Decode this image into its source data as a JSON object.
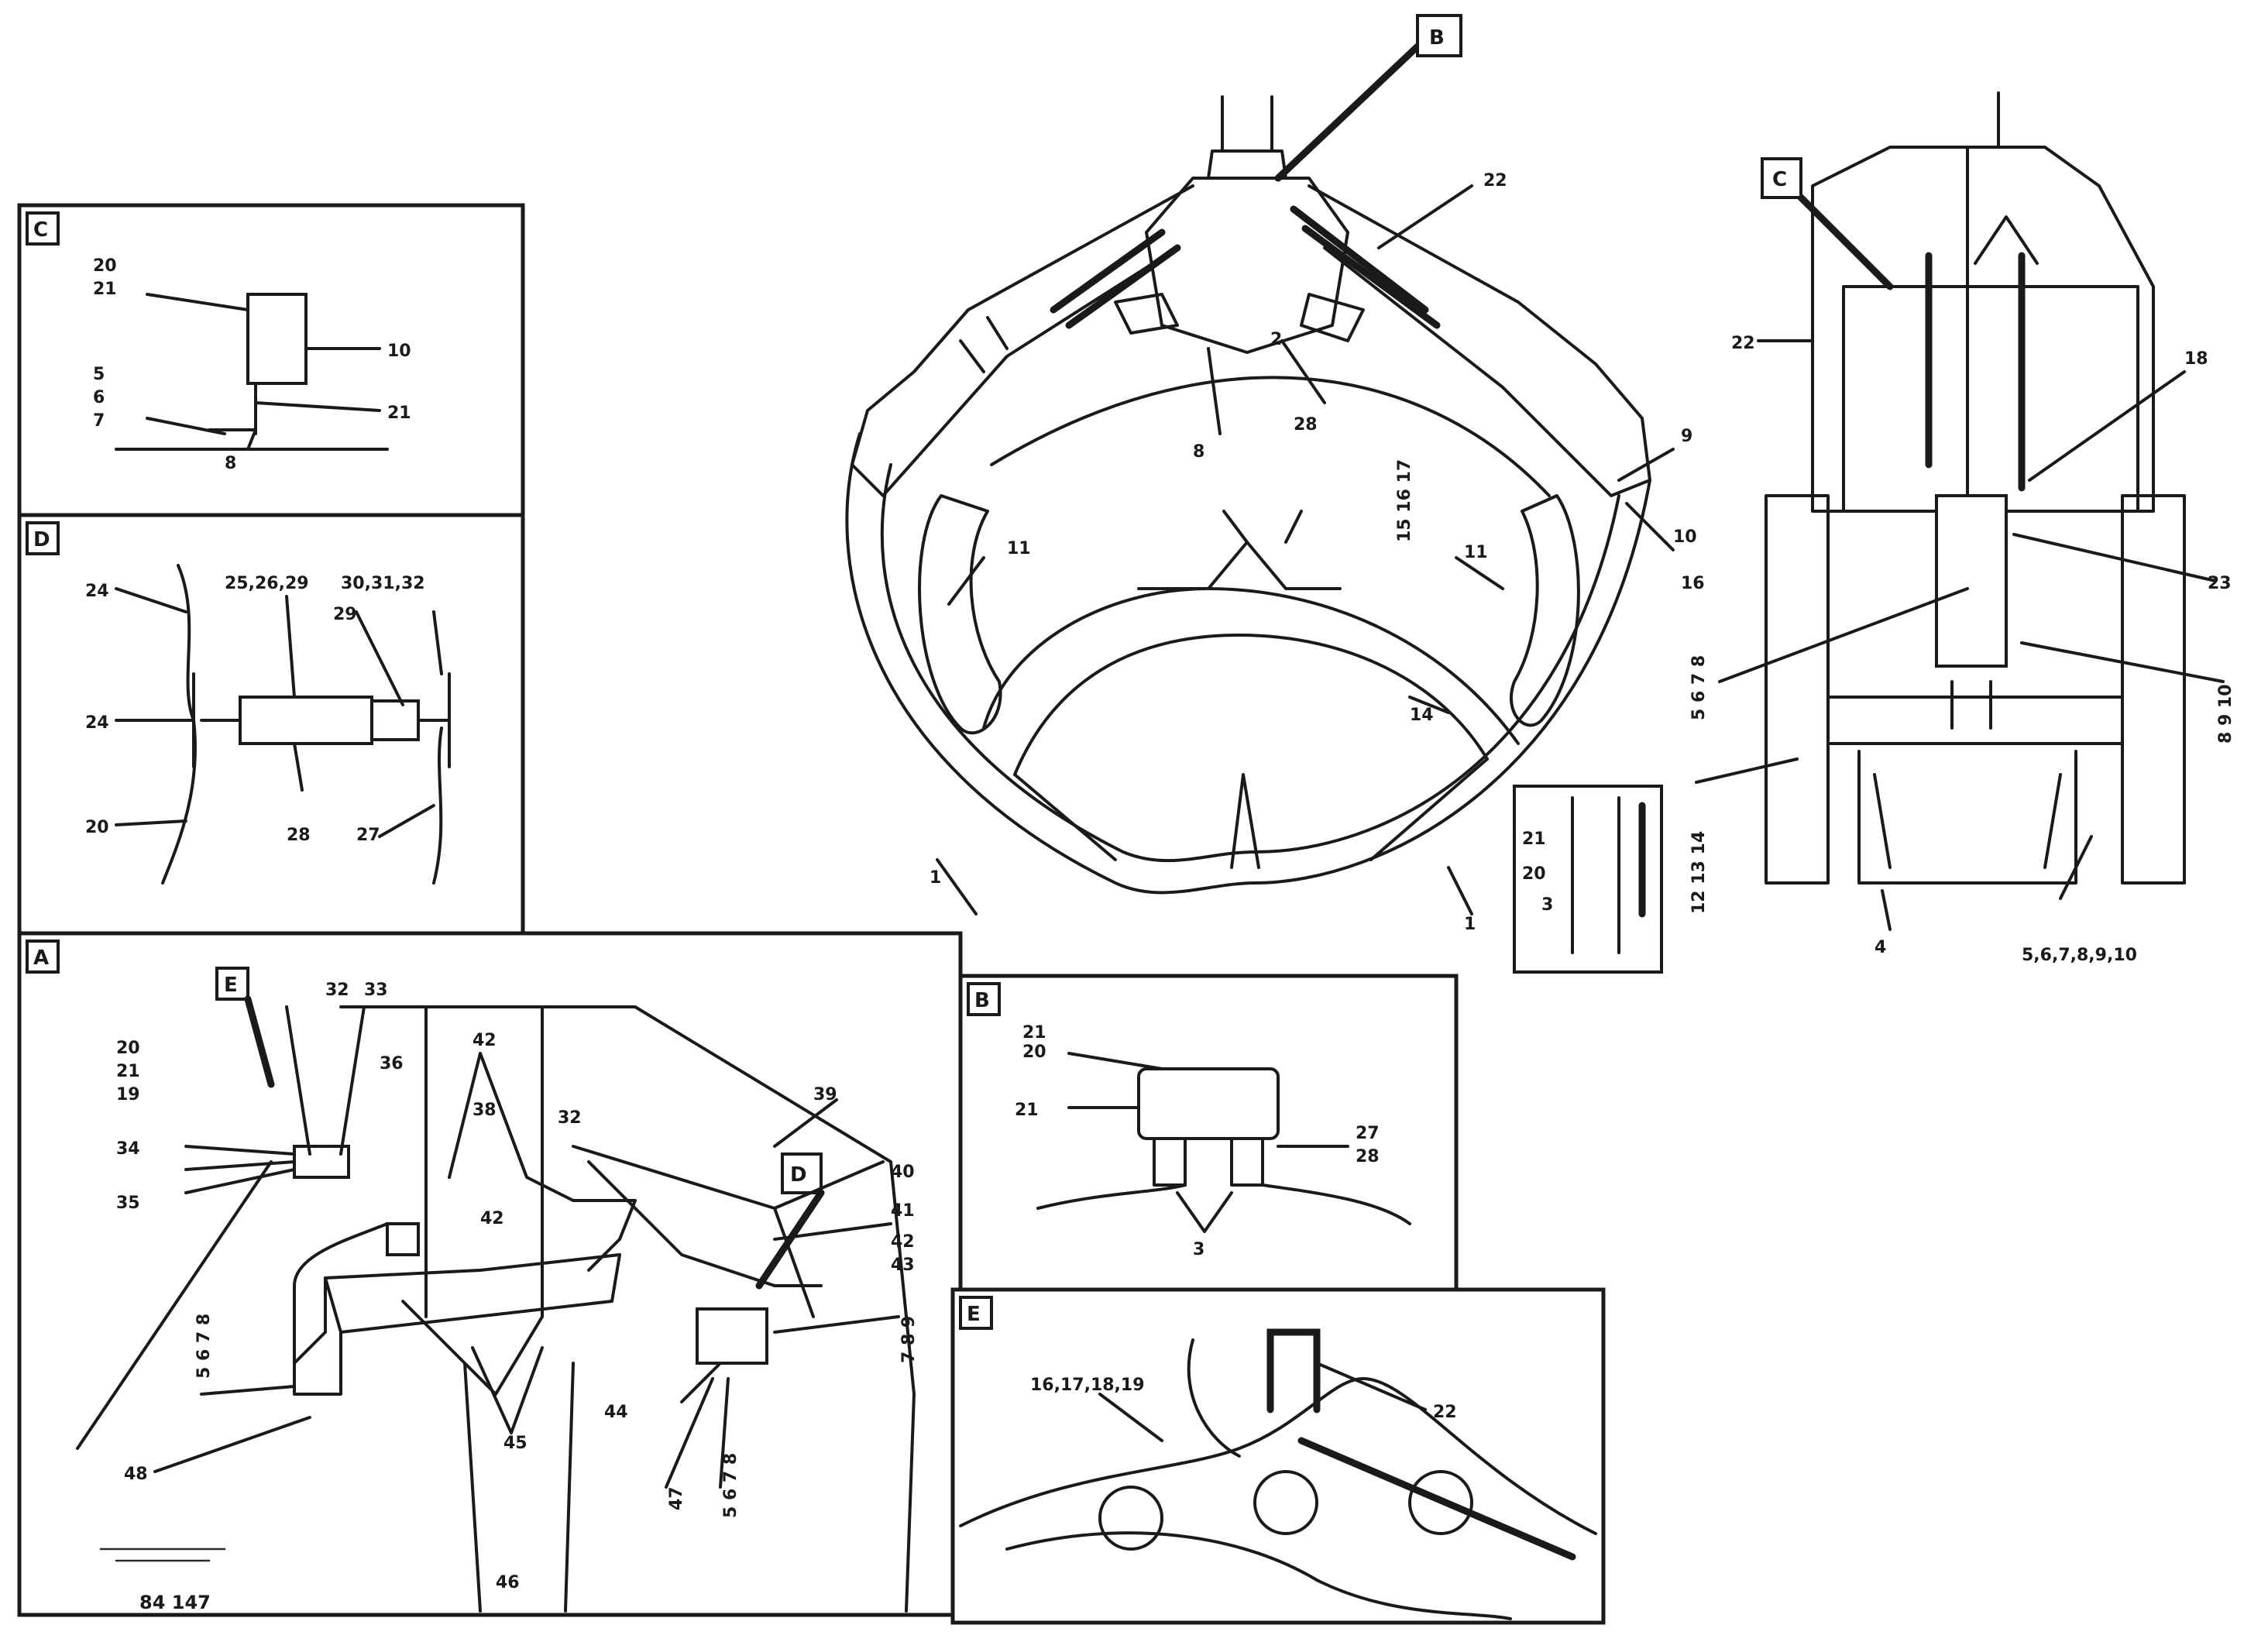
{
  "diagram": {
    "view_markers": [
      "A",
      "B",
      "C",
      "D",
      "E"
    ],
    "drawing_number": "84 147",
    "main_note": "5,6,7,8,9,10"
  }
}
